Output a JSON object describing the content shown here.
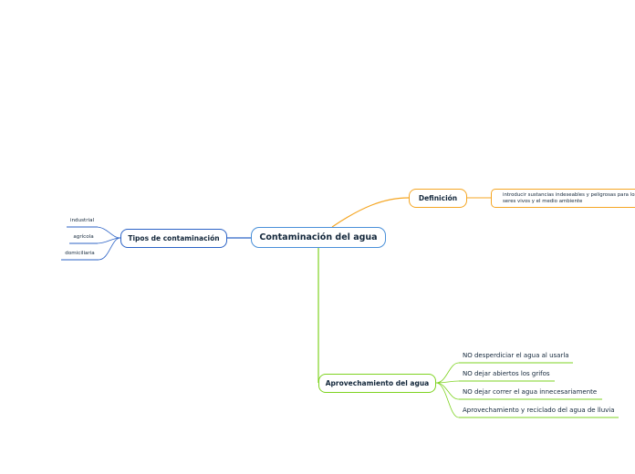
{
  "central": {
    "label": "Contaminación del agua",
    "color": "#4a90d9"
  },
  "definicion": {
    "label": "Definición",
    "text": "introducir sustancias indeseables y peligrosas para los seres vivos y el medio ambiente",
    "color": "#f5a623"
  },
  "tipos": {
    "label": "Tipos de contaminación",
    "color": "#2c63c6",
    "items": [
      "industrial",
      "agrícola",
      "domiciliaria"
    ]
  },
  "aprovechamiento": {
    "label": "Aprovechamiento del agua",
    "color": "#7ed321",
    "items": [
      "NO desperdiciar el agua al usarla",
      "NO dejar abiertos los grifos",
      "NO dejar correr el agua innecesariamente",
      "Aprovechamiento y reciclado del agua de lluvia"
    ]
  }
}
